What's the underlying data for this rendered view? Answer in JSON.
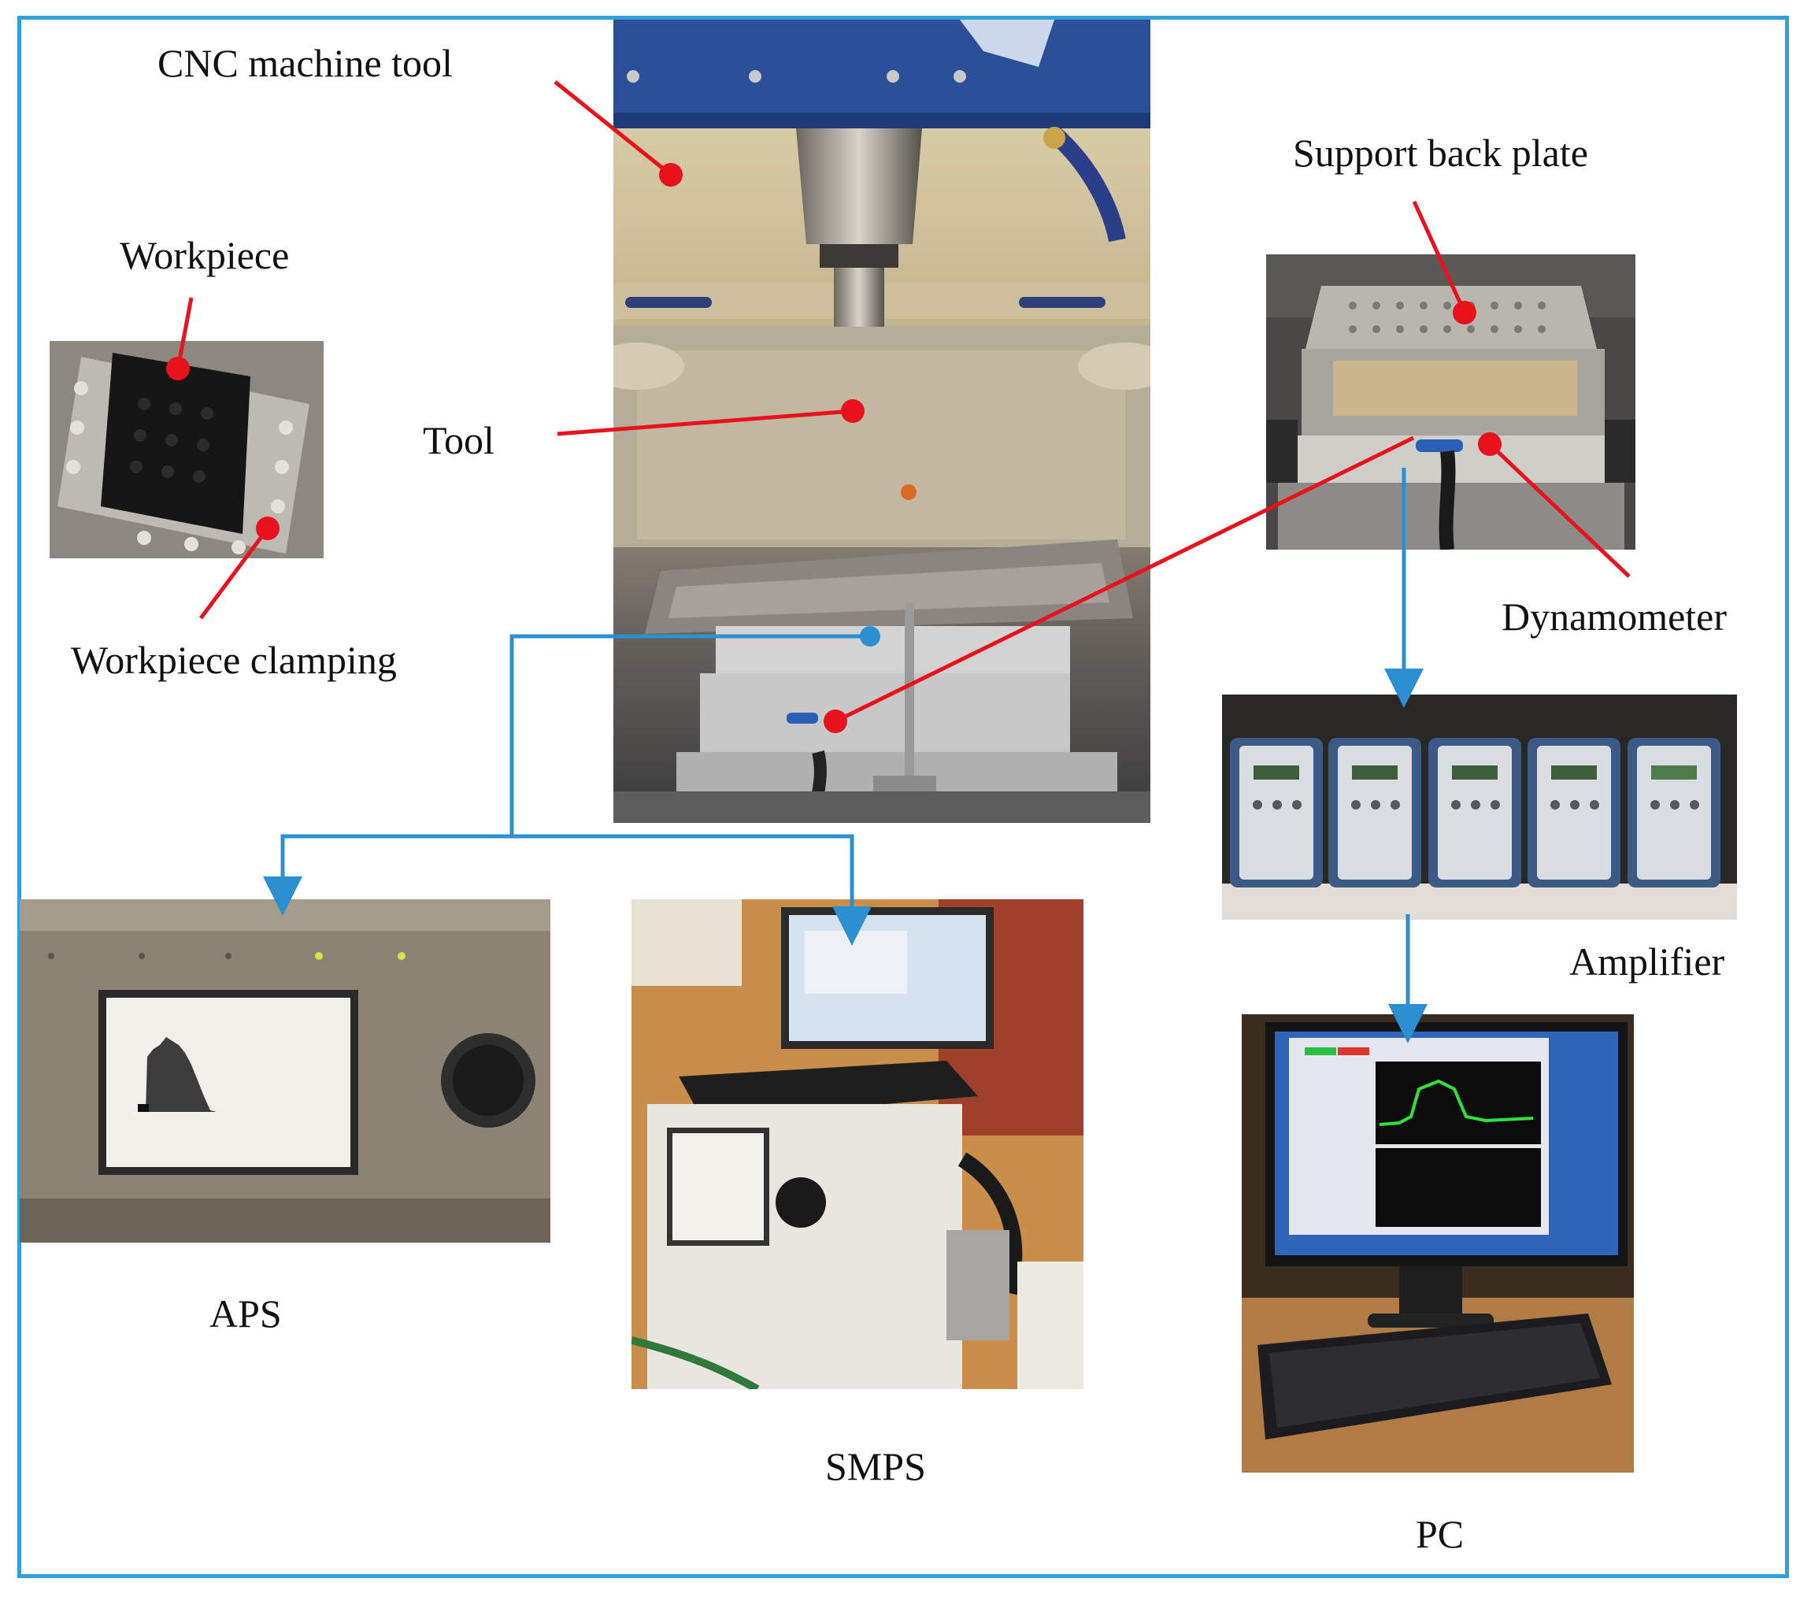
{
  "labels": {
    "cnc": "CNC machine tool",
    "tool": "Tool",
    "workpiece": "Workpiece",
    "clamping": "Workpiece clamping",
    "support": "Support back plate",
    "dynamometer": "Dynamometer",
    "amplifier": "Amplifier",
    "aps": "APS",
    "smps": "SMPS",
    "pc": "PC"
  },
  "colors": {
    "frame": "#2fa0d8",
    "pointer": "#e8121c",
    "flow_arrow": "#2b8fd2"
  }
}
